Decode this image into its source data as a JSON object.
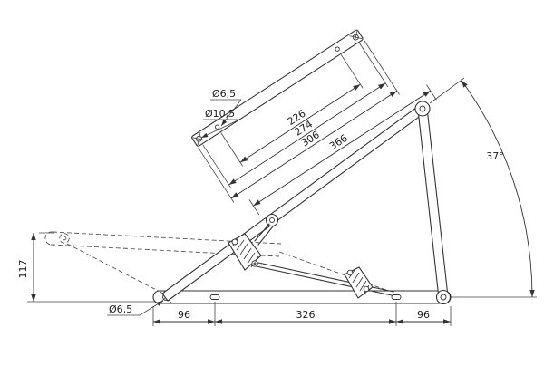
{
  "colors": {
    "line": "#333333",
    "background": "#ffffff"
  },
  "dimensions": {
    "hole_small_top": "Ø6,5",
    "hole_large_top": "Ø10,5",
    "length_226": "226",
    "length_274": "274",
    "length_306": "306",
    "length_366": "366",
    "angle": "37°",
    "height_117": "117",
    "hole_base": "Ø6,5",
    "span_left": "96",
    "span_center": "326",
    "span_right": "96"
  }
}
